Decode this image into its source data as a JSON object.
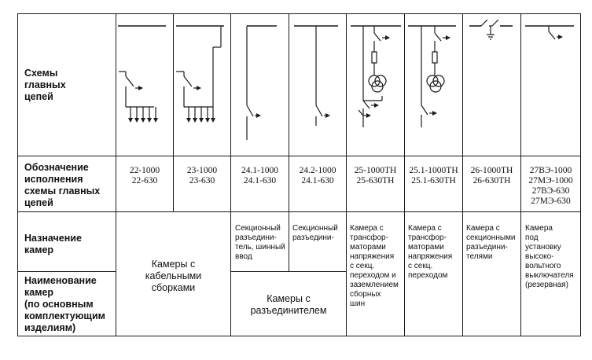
{
  "rows": {
    "schemes_header": [
      "Схемы",
      "главных",
      "цепей"
    ],
    "designation_header": [
      "Обозначение",
      "исполнения",
      "схемы главных",
      "цепей"
    ],
    "purpose_header": [
      "Назначение",
      "камер"
    ],
    "name_header": [
      "Наименование",
      "камер",
      "(по основным",
      "комплектующим",
      "изделиям)"
    ]
  },
  "designations": [
    [
      "22-1000",
      "22-630"
    ],
    [
      "23-1000",
      "23-630"
    ],
    [
      "24.1-1000",
      "24.1-630"
    ],
    [
      "24.2-1000",
      "24.1-630"
    ],
    [
      "25-1000ТН",
      "25-630ТН"
    ],
    [
      "25.1-1000ТН",
      "25.1-630ТН"
    ],
    [
      "26-1000ТН",
      "26-630ТН"
    ],
    [
      "27ВЭ-1000",
      "27МЭ-1000",
      "27ВЭ-630",
      "27МЭ-630"
    ]
  ],
  "purposes": {
    "cable_assemblies": [
      "Камеры с",
      "кабельными",
      "сборками"
    ],
    "sectional_disconnector_busbar": [
      "Секционный",
      "разъедини-",
      "тель, шинный",
      "ввод"
    ],
    "sectional_disconnector": [
      "Секционный",
      "разъедини-"
    ],
    "disconnector_cameras": [
      "Камеры с",
      "разъединителем"
    ],
    "vt_sectional_grounding": [
      "Камера с",
      "трансфор-",
      "маторами",
      "напряжения",
      "с секц.",
      "переходом и",
      "заземлением",
      "сборных",
      "шин"
    ],
    "vt_sectional": [
      "Камера с",
      "трансфор-",
      "маторами",
      "напряжения",
      "с секц.",
      "переходом"
    ],
    "sectional_disconnectors": [
      "Камера с",
      "секционными",
      "разъедини-",
      "телями"
    ],
    "hv_switch_reserve": [
      "Камера",
      "под",
      "установку",
      "высоко-",
      "вольтного",
      "выключателя",
      "(резервная)"
    ]
  }
}
